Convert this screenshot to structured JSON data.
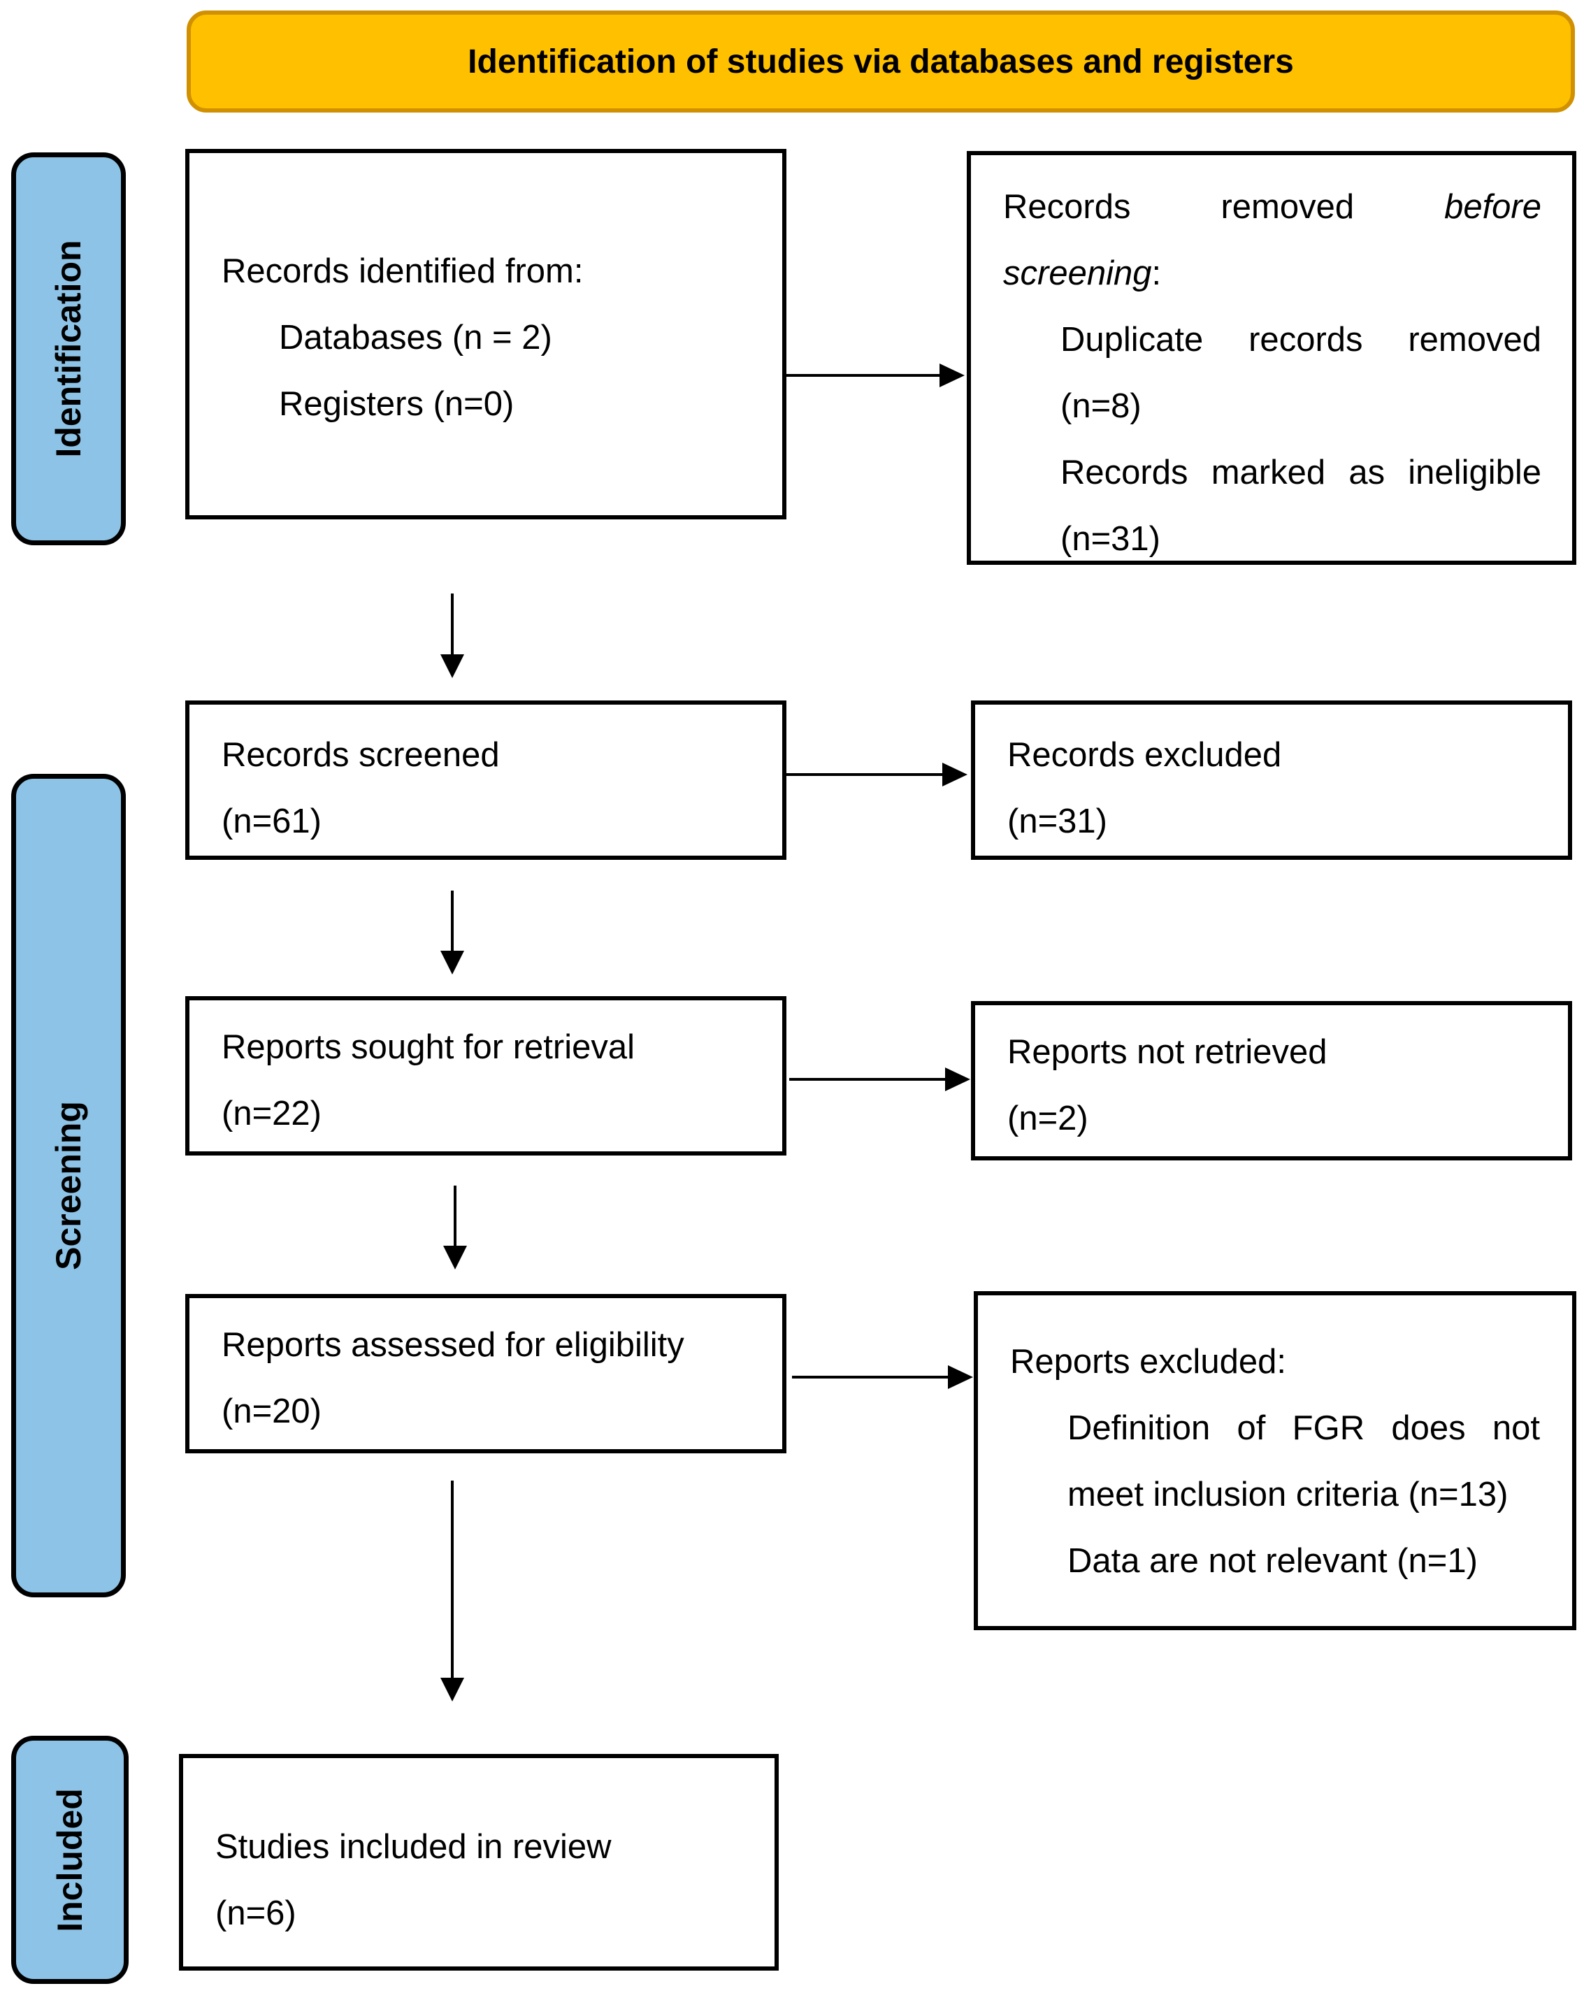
{
  "header": {
    "title": "Identification of studies via databases and registers"
  },
  "phases": {
    "identification": "Identification",
    "screening": "Screening",
    "included": "Included"
  },
  "colors": {
    "header_fill": "#FFC000",
    "header_border": "#D09000",
    "phase_fill": "#8DC3E6"
  },
  "boxes": {
    "identified": {
      "title": "Records identified from:",
      "databases": "Databases (n = 2)",
      "registers": "Registers (n=0)"
    },
    "removed": {
      "prefix": "Records removed ",
      "before": "before",
      "screening": "screening",
      "suffix": ":",
      "duplicates": "Duplicate records removed (n=8)",
      "ineligible": "Records marked as ineligible (n=31)"
    },
    "screened": {
      "title": "Records screened",
      "n": "(n=61)"
    },
    "excluded": {
      "title": "Records excluded",
      "n": "(n=31)"
    },
    "sought": {
      "title": "Reports sought for retrieval",
      "n": "(n=22)"
    },
    "not_retrieved": {
      "title": "Reports not retrieved",
      "n": "(n=2)"
    },
    "assessed": {
      "title": "Reports assessed for eligibility",
      "n": "(n=20)"
    },
    "reports_excluded": {
      "title": "Reports excluded:",
      "reason1": "Definition of FGR does not meet inclusion criteria (n=13)",
      "reason2": "Data are not relevant (n=1)"
    },
    "included": {
      "title": "Studies included in review",
      "n": "(n=6)"
    }
  }
}
